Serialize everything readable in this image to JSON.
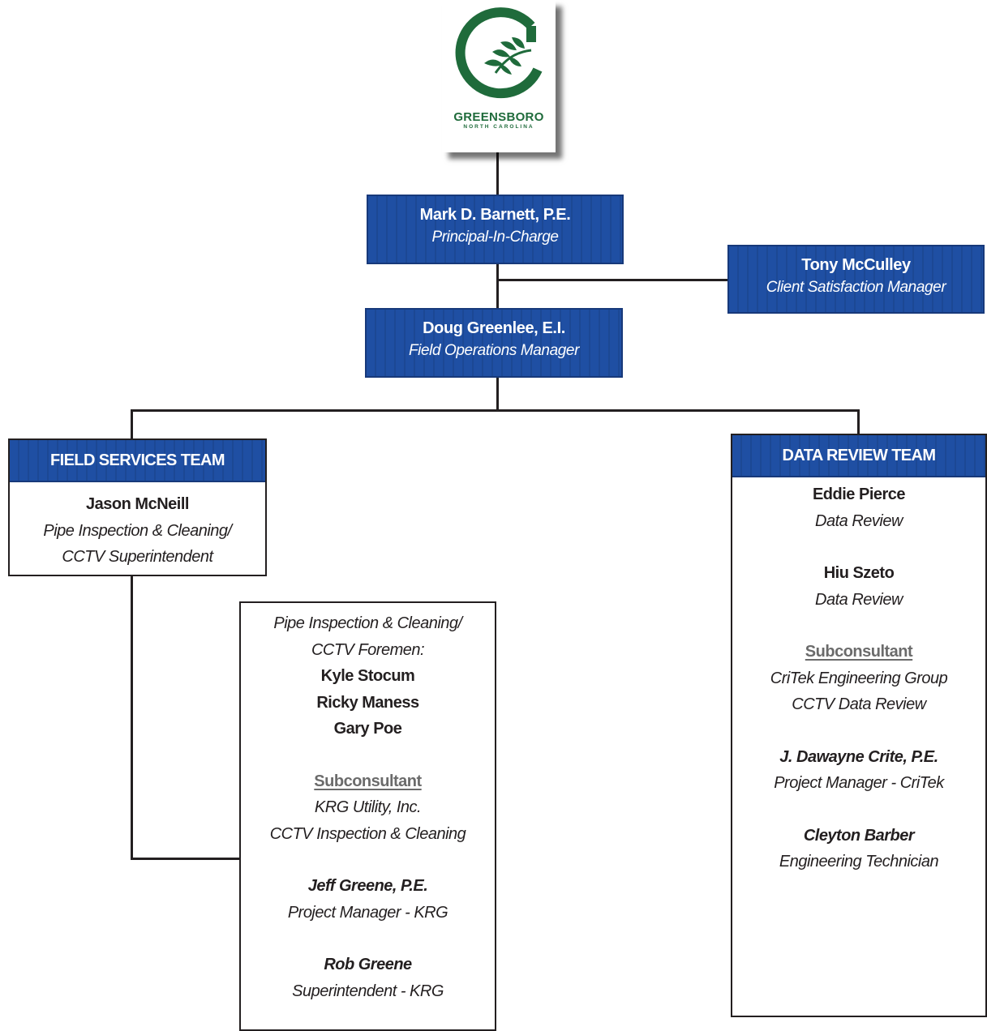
{
  "logo": {
    "name": "GREENSBORO",
    "sub": "NORTH CAROLINA",
    "color": "#1f6b3b"
  },
  "colors": {
    "box_blue": "#1f4fa3",
    "line": "#231f20"
  },
  "principal": {
    "name": "Mark D. Barnett, P.E.",
    "role": "Principal-In-Charge"
  },
  "client_manager": {
    "name": "Tony McCulley",
    "role": "Client Satisfaction Manager"
  },
  "field_manager": {
    "name": "Doug Greenlee, E.I.",
    "role": "Field Operations Manager"
  },
  "field_services": {
    "title": "FIELD SERVICES TEAM",
    "lead_name": "Jason McNeill",
    "lead_role_1": "Pipe Inspection & Cleaning/",
    "lead_role_2": "CCTV Superintendent"
  },
  "foremen": {
    "role_1": "Pipe Inspection & Cleaning/",
    "role_2": "CCTV Foremen:",
    "names": [
      "Kyle Stocum",
      "Ricky Maness",
      "Gary Poe"
    ],
    "sub_heading": "Subconsultant",
    "sub_name": "KRG Utility, Inc.",
    "sub_service": "CCTV Inspection & Cleaning",
    "people": [
      {
        "name": "Jeff Greene, P.E.",
        "role": "Project Manager - KRG"
      },
      {
        "name": "Rob Greene",
        "role": "Superintendent - KRG"
      }
    ]
  },
  "data_review": {
    "title": "DATA REVIEW TEAM",
    "members": [
      {
        "name": "Eddie Pierce",
        "role": "Data Review"
      },
      {
        "name": "Hiu Szeto",
        "role": "Data Review"
      }
    ],
    "sub_heading": "Subconsultant",
    "sub_name": "CriTek Engineering Group",
    "sub_service": "CCTV Data Review",
    "people": [
      {
        "name": "J. Dawayne Crite, P.E.",
        "role": "Project Manager - CriTek"
      },
      {
        "name": "Cleyton Barber",
        "role": "Engineering Technician"
      }
    ]
  }
}
